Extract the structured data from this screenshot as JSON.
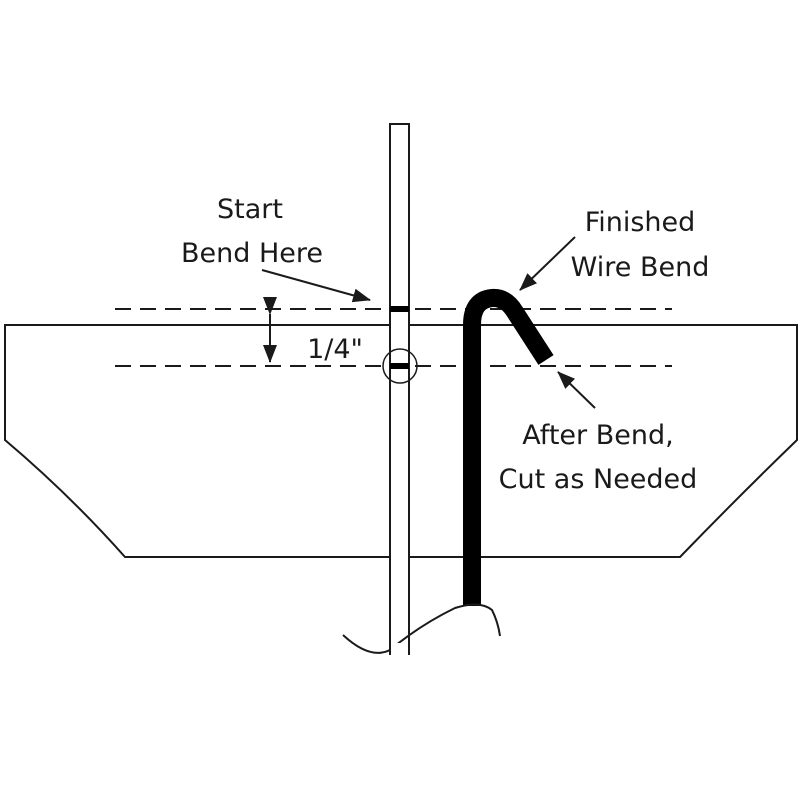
{
  "labels": {
    "start_line1": "Start",
    "start_line2": "Bend Here",
    "dimension": "1/4\"",
    "finished_line1": "Finished",
    "finished_line2": "Wire Bend",
    "after_line1": "After Bend,",
    "after_line2": "Cut as Needed"
  },
  "colors": {
    "line": "#1a1a1a",
    "wire": "#000000",
    "background": "#ffffff"
  }
}
